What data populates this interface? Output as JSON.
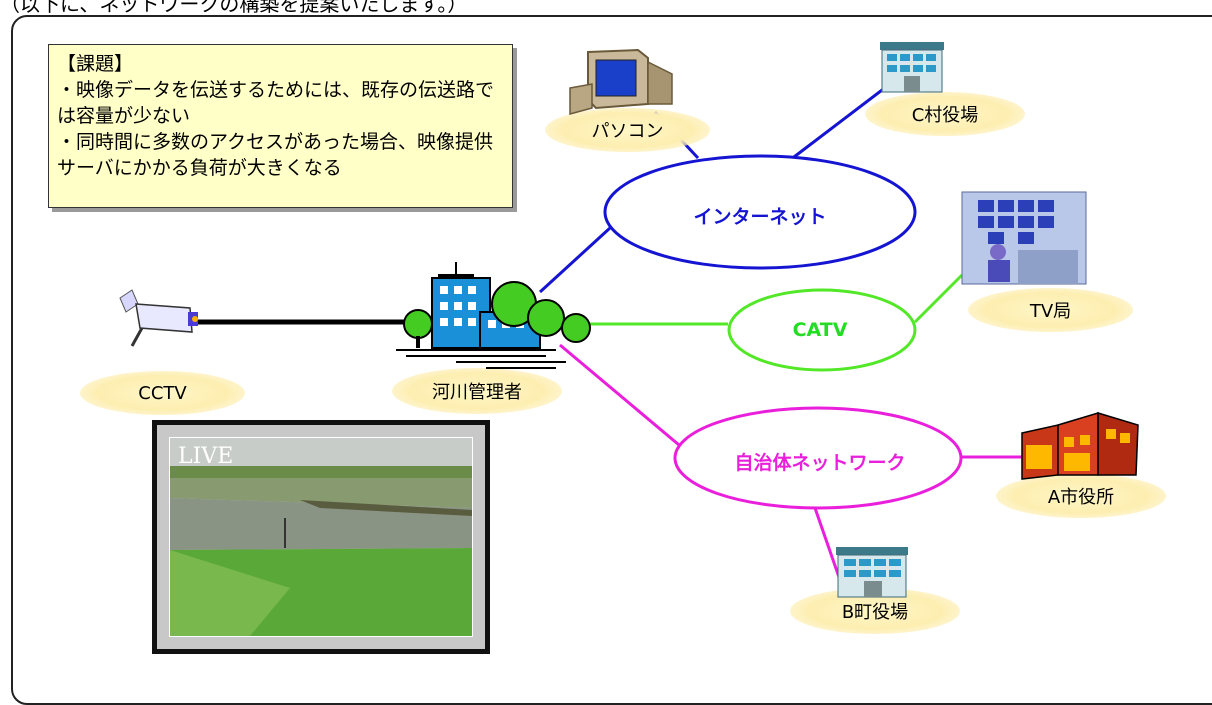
{
  "caption": "（以下に、ネットワークの構築を提案いたします。）",
  "issues": {
    "title": "【課題】",
    "line1": "・映像データを伝送するためには、既存の伝送路では容量が少ない",
    "line2": "・同時間に多数のアクセスがあった場合、映像提供サーバにかかる負荷が大きくなる"
  },
  "nodes": {
    "pc": "パソコン",
    "c_village": "C村役場",
    "tv": "TV局",
    "cctv": "CCTV",
    "river_admin": "河川管理者",
    "a_city": "A市役所",
    "b_town": "B町役場"
  },
  "networks": {
    "internet": "インターネット",
    "catv": "CATV",
    "municipal": "自治体ネットワーク"
  },
  "colors": {
    "internet": "#1414d2",
    "catv": "#52e827",
    "municipal": "#ea1fdc",
    "issue_bg": "#ffffc8"
  },
  "live": {
    "label": "LIVE"
  }
}
